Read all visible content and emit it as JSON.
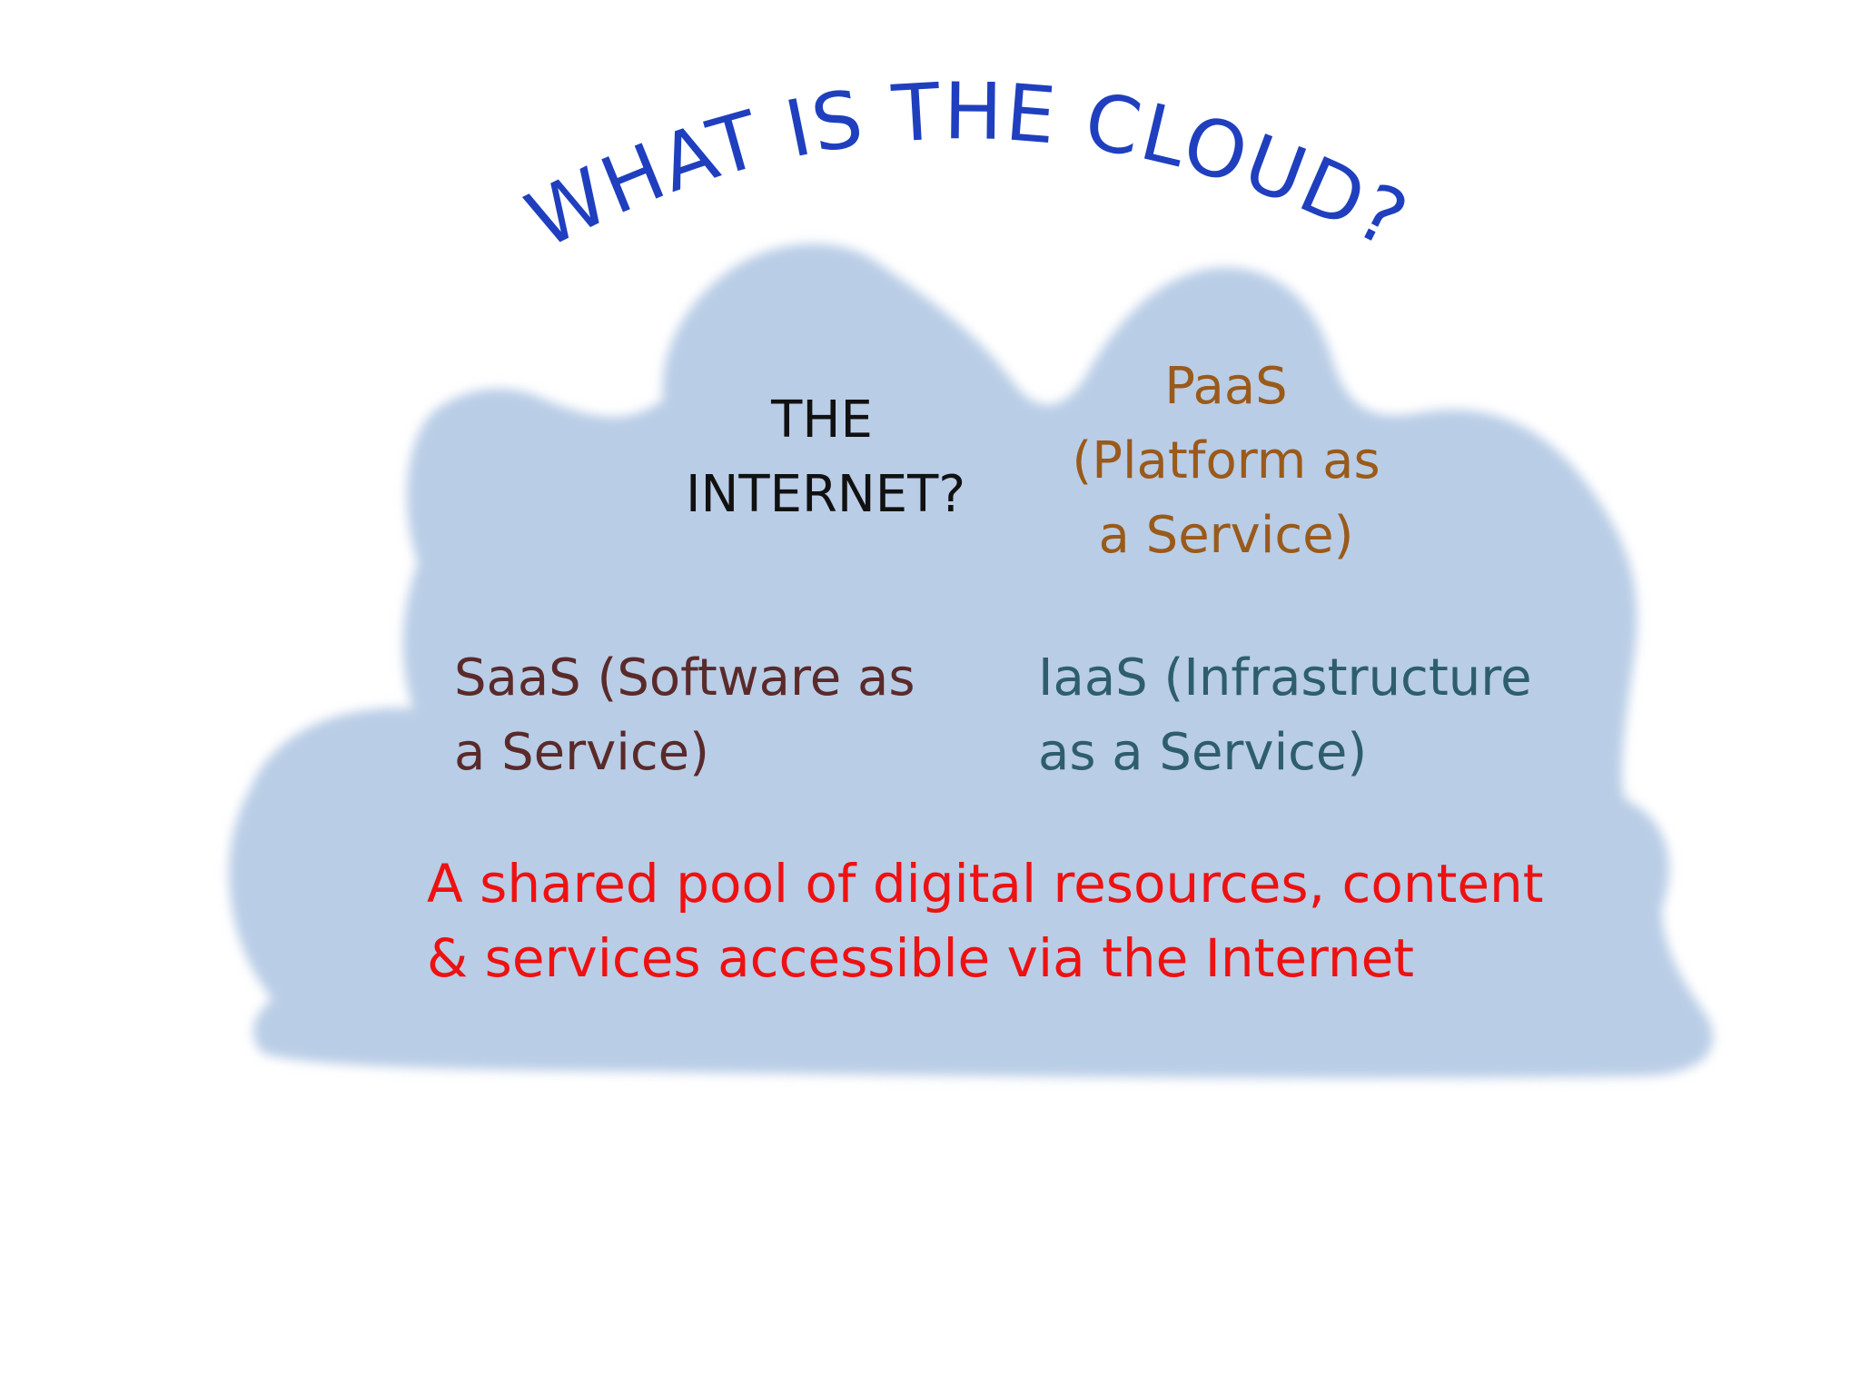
{
  "title": {
    "text": "WHAT IS THE CLOUD?",
    "color": "#1f3fbf"
  },
  "cloud": {
    "fill": "#b9cde6"
  },
  "internet": {
    "lines": [
      "THE",
      "INTERNET?"
    ],
    "color": "#111111"
  },
  "paas": {
    "lines": [
      "PaaS",
      "(Platform as",
      "a Service)"
    ],
    "color": "#9a5a1a"
  },
  "saas": {
    "lines": [
      "SaaS (Software as",
      "a Service)"
    ],
    "color": "#5a2a2a"
  },
  "iaas": {
    "lines": [
      "IaaS (Infrastructure",
      "as a Service)"
    ],
    "color": "#2e5e6e"
  },
  "definition": {
    "lines": [
      "A shared pool of digital resources, content",
      "& services accessible via the Internet"
    ],
    "color": "#ee1111"
  }
}
